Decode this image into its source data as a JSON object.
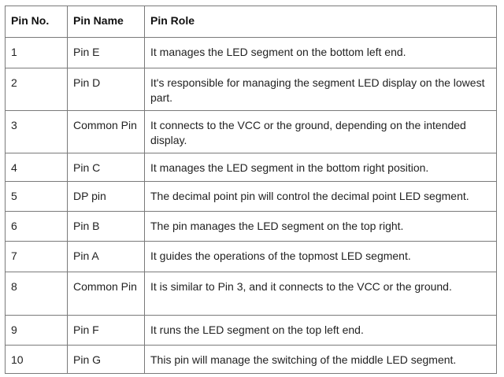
{
  "headers": [
    "Pin No.",
    "Pin Name",
    "Pin Role"
  ],
  "rows": [
    {
      "no": "1",
      "name": "Pin E",
      "role": "It manages the LED segment on the bottom left end."
    },
    {
      "no": "2",
      "name": "Pin D",
      "role": "It's responsible for managing the segment LED display on the lowest part."
    },
    {
      "no": "3",
      "name": "Common Pin",
      "role": "It connects to the VCC or the ground, depending on the intended display."
    },
    {
      "no": "4",
      "name": "Pin C",
      "role": "It manages the LED segment in the bottom right position."
    },
    {
      "no": "5",
      "name": "DP pin",
      "role": "The decimal point pin will control the decimal point LED segment."
    },
    {
      "no": "6",
      "name": "Pin B",
      "role": "The pin manages the LED segment on the top right."
    },
    {
      "no": "7",
      "name": "Pin A",
      "role": "It guides the operations of the topmost LED segment."
    },
    {
      "no": "8",
      "name": "Common Pin",
      "role": "It is similar to Pin 3, and it connects to the VCC or the ground."
    },
    {
      "no": "9",
      "name": "Pin F",
      "role": "It runs the LED segment on the top left end."
    },
    {
      "no": "10",
      "name": "Pin G",
      "role": "This pin will manage the switching of the middle LED segment."
    }
  ]
}
